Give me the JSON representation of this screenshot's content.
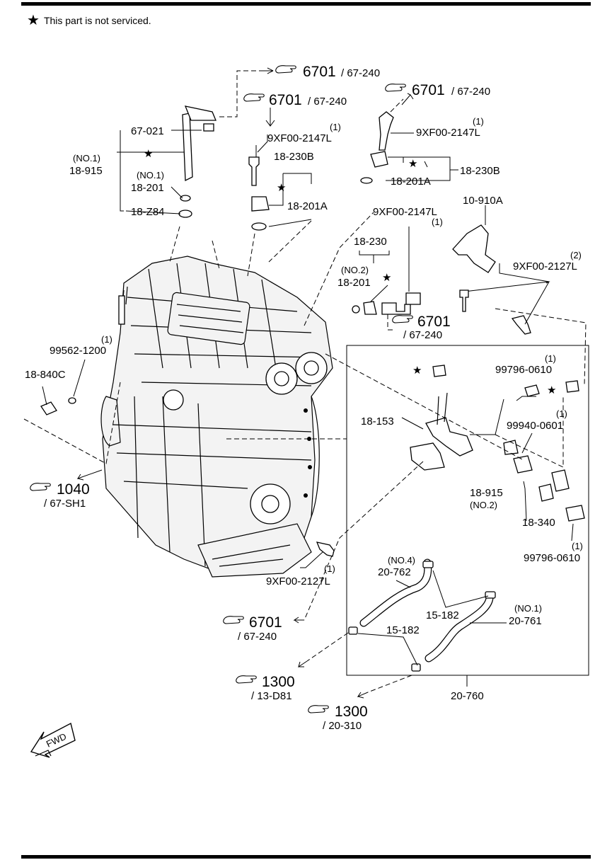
{
  "header": {
    "note_symbol": "★",
    "note_text": "This part is not serviced."
  },
  "refs": {
    "r1": {
      "num": "6701",
      "sub": "/ 67-240"
    },
    "r2": {
      "num": "6701",
      "sub": "/ 67-240"
    },
    "r3": {
      "num": "6701",
      "sub": "/ 67-240"
    },
    "r4": {
      "num": "6701",
      "sub": "/ 67-240"
    },
    "r5": {
      "num": "1040",
      "sub": "/ 67-SH1"
    },
    "r6": {
      "num": "6701",
      "sub": "/ 67-240"
    },
    "r7": {
      "num": "1300",
      "sub": "/ 13-D81"
    },
    "r8": {
      "num": "1300",
      "sub": "/ 20-310"
    }
  },
  "labels": {
    "p67_021": "67-021",
    "no1_a": "(NO.1)",
    "p18_915_a": "18-915",
    "no1_b": "(NO.1)",
    "p18_201_a": "18-201",
    "p18_z84": "18-Z84",
    "qty1_a": "(1)",
    "p9xf_2147_a": "9XF00-2147L",
    "p18_230b_a": "18-230B",
    "p18_201a_a": "18-201A",
    "qty1_b": "(1)",
    "p9xf_2147_b": "9XF00-2147L",
    "p18_230b_b": "18-230B",
    "p18_201a_b": "18-201A",
    "p10_910a": "10-910A",
    "qty1_c": "(1)",
    "p9xf_2147_c": "9XF00-2147L",
    "p18_230": "18-230",
    "no2_a": "(NO.2)",
    "p18_201_b": "18-201",
    "qty2": "(2)",
    "p9xf_2127_a": "9XF00-2127L",
    "qty1_d": "(1)",
    "p99562": "99562-1200",
    "p18_840c": "18-840C",
    "qty1_e": "(1)",
    "p99796_a": "99796-0610",
    "p18_153": "18-153",
    "qty1_f": "(1)",
    "p99940": "99940-0601",
    "p18_915_b": "18-915",
    "no2_b": "(NO.2)",
    "p18_340": "18-340",
    "qty1_g": "(1)",
    "p99796_b": "99796-0610",
    "qty1_h": "(1)",
    "p9xf_2127_b": "9XF00-2127L",
    "no4": "(NO.4)",
    "p20_762": "20-762",
    "p15_182_a": "15-182",
    "no1_c": "(NO.1)",
    "p20_761": "20-761",
    "p15_182_b": "15-182",
    "p20_760": "20-760",
    "fwd": "FWD"
  },
  "stars": {
    "s1": "★",
    "s2": "★",
    "s3": "★",
    "s4": "★",
    "s5": "★",
    "s6": "★"
  }
}
